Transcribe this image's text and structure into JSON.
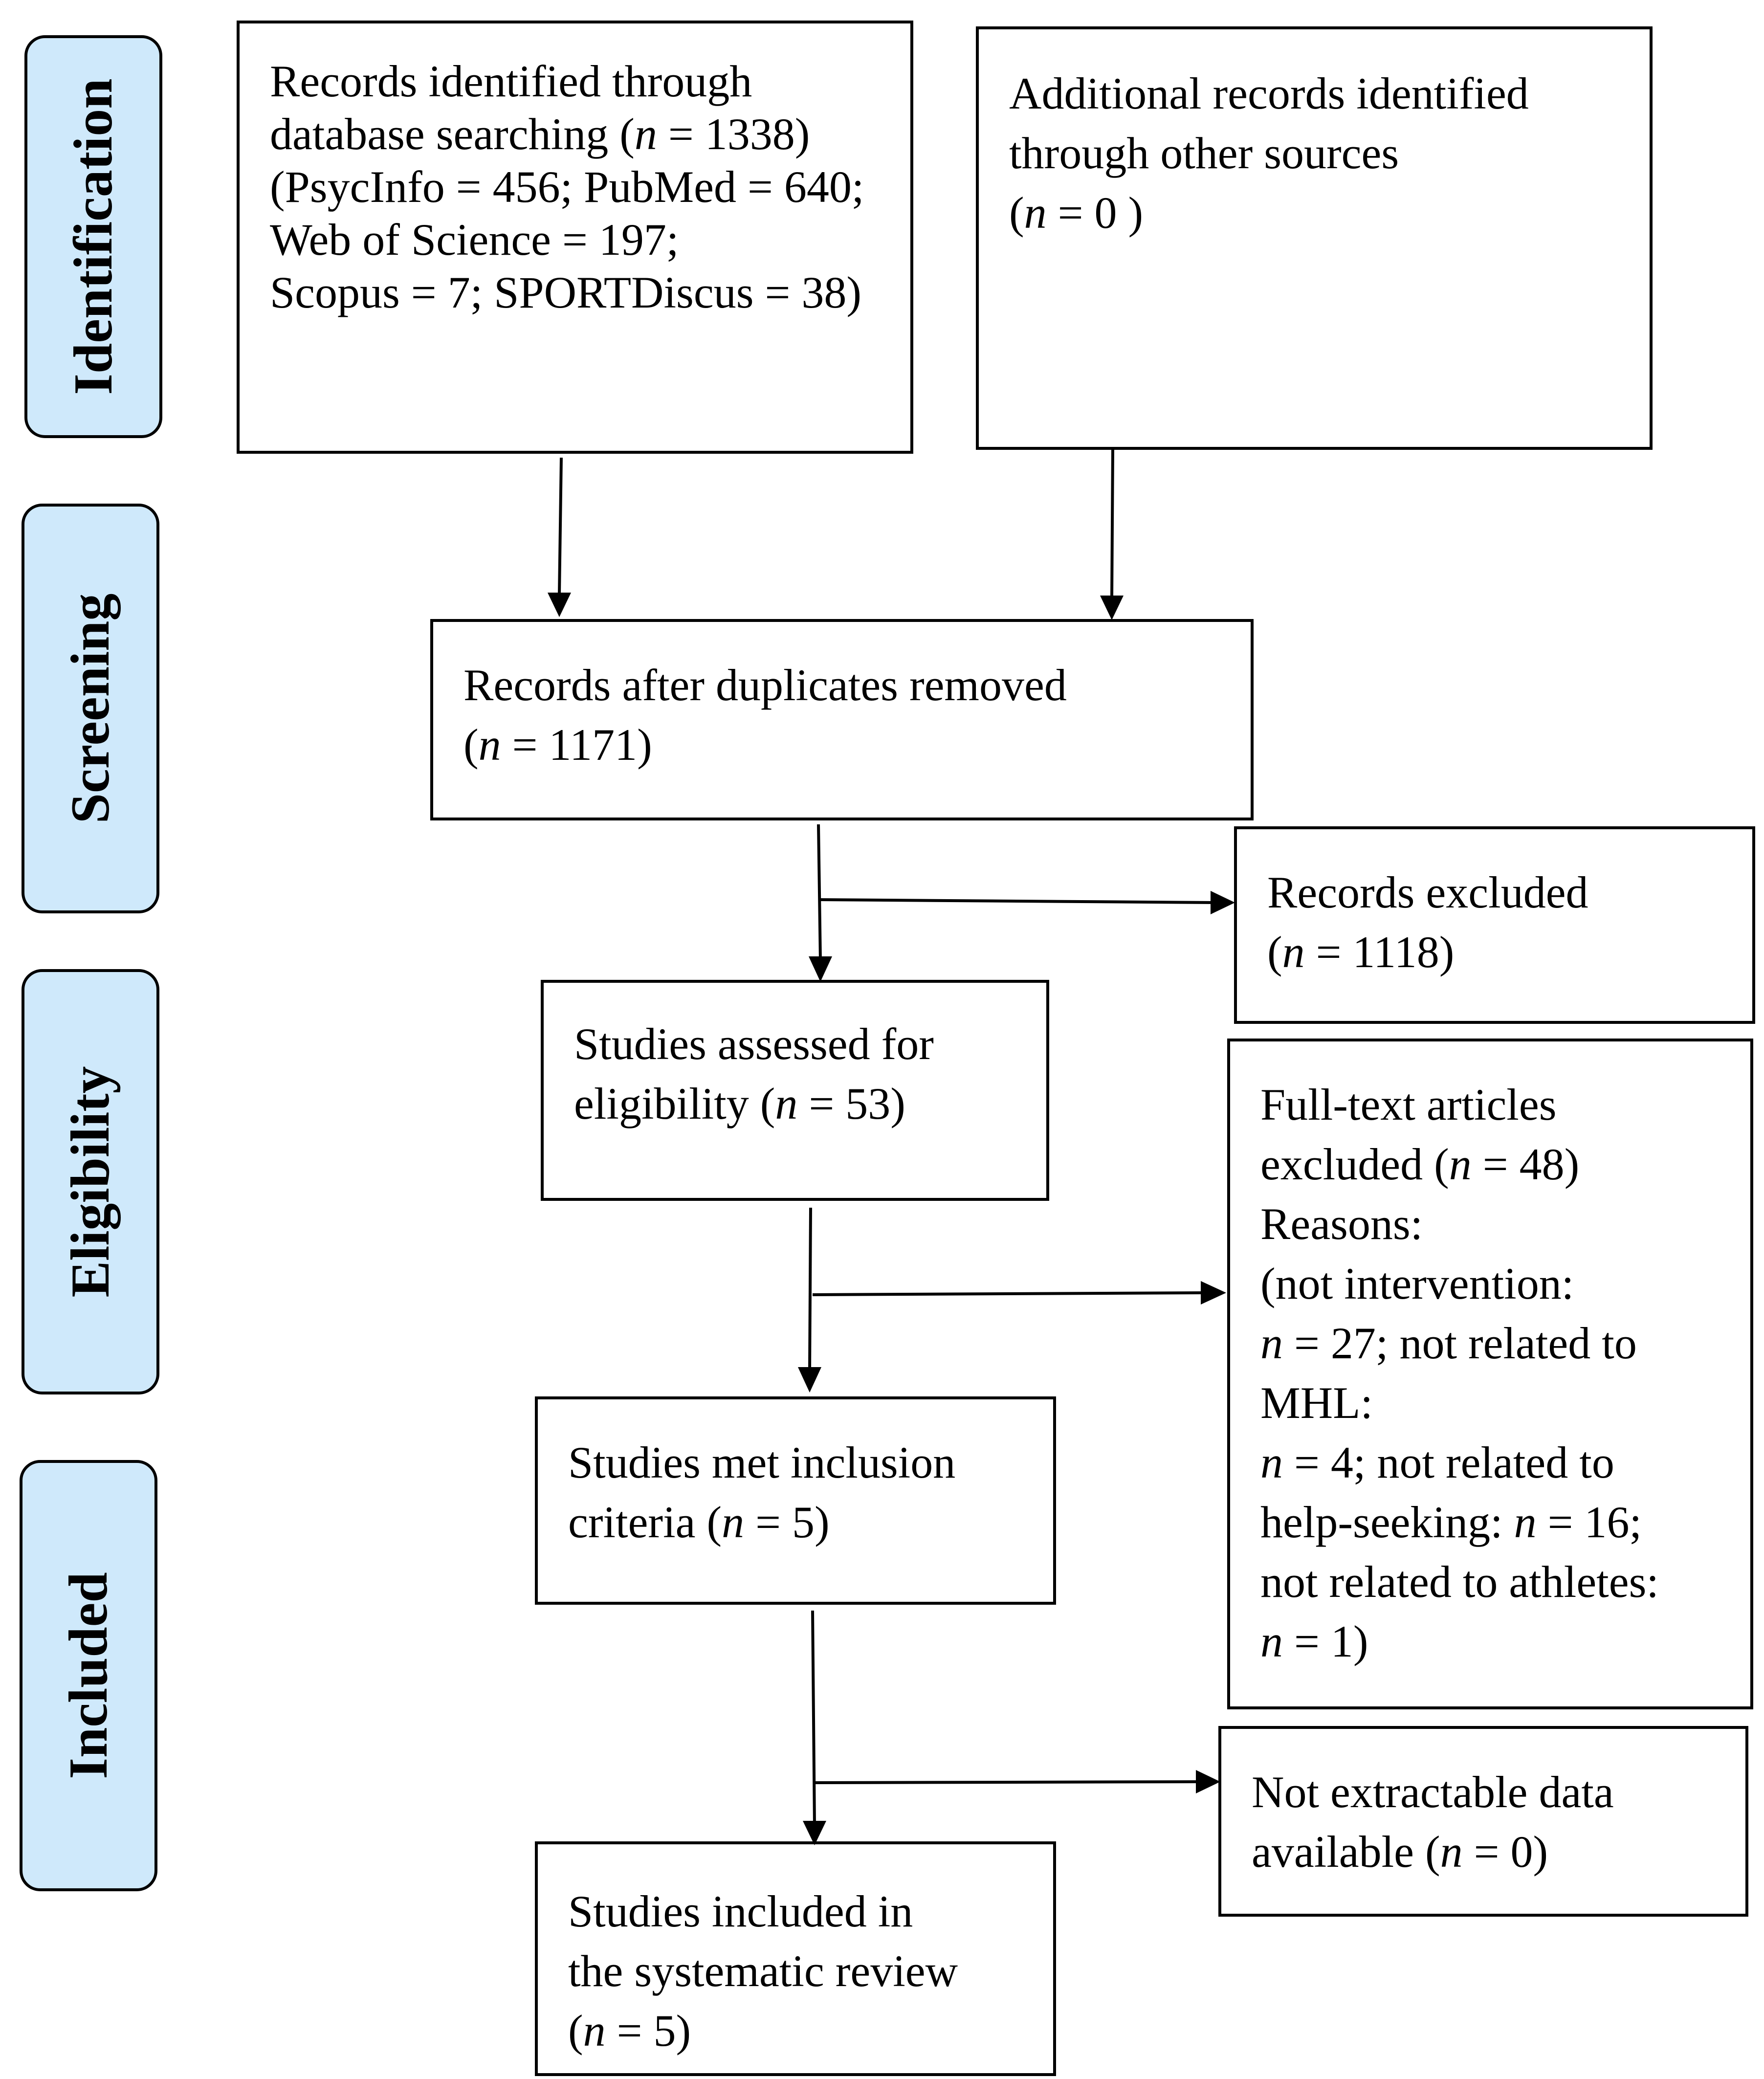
{
  "stages": [
    {
      "id": "identification",
      "label": "Identification"
    },
    {
      "id": "screening",
      "label": "Screening"
    },
    {
      "id": "eligibility",
      "label": "Eligibility"
    },
    {
      "id": "included",
      "label": "Included"
    }
  ],
  "boxes": {
    "database": {
      "lines": [
        {
          "pre": "Records identified through"
        },
        {
          "pre": "database searching (",
          "n": "n",
          "post": " = 1338)"
        },
        {
          "pre": "(PsycInfo = 456; PubMed = 640;"
        },
        {
          "pre": "Web of Science = 197;"
        },
        {
          "pre": "Scopus = 7; SPORTDiscus = 38)"
        }
      ]
    },
    "other_sources": {
      "lines": [
        {
          "pre": "Additional records identified"
        },
        {
          "pre": "through other sources"
        },
        {
          "pre": "(",
          "n": "n",
          "post": " = 0 )"
        }
      ]
    },
    "duplicates_removed": {
      "lines": [
        {
          "pre": "Records after duplicates removed"
        },
        {
          "pre": "(",
          "n": "n",
          "post": " = 1171)"
        }
      ]
    },
    "records_excluded": {
      "lines": [
        {
          "pre": "Records excluded"
        },
        {
          "pre": "(",
          "n": "n",
          "post": " = 1118)"
        }
      ]
    },
    "assessed": {
      "lines": [
        {
          "pre": "Studies assessed for"
        },
        {
          "pre": "eligibility (",
          "n": "n",
          "post": " = 53)"
        }
      ]
    },
    "fulltext_excluded": {
      "lines": [
        {
          "pre": "Full-text articles"
        },
        {
          "pre": "excluded (",
          "n": "n",
          "post": " = 48)"
        },
        {
          "pre": "Reasons:"
        },
        {
          "pre": "(not intervention:"
        },
        {
          "pre": "",
          "n": "n",
          "post": " = 27; not related to"
        },
        {
          "pre": "MHL:"
        },
        {
          "pre": "",
          "n": "n",
          "post": " = 4; not related to"
        },
        {
          "pre": "help-seeking: ",
          "n": "n",
          "post": " = 16;"
        },
        {
          "pre": "not related to athletes:"
        },
        {
          "pre": "",
          "n": "n",
          "post": " = 1)"
        }
      ]
    },
    "met_criteria": {
      "lines": [
        {
          "pre": "Studies met inclusion"
        },
        {
          "pre": "criteria (",
          "n": "n",
          "post": " = 5)"
        }
      ]
    },
    "not_extractable": {
      "lines": [
        {
          "pre": "Not extractable data"
        },
        {
          "pre": "available (",
          "n": "n",
          "post": " = 0)"
        }
      ]
    },
    "included_review": {
      "lines": [
        {
          "pre": "Studies included in"
        },
        {
          "pre": "the systematic review"
        },
        {
          "pre": "(",
          "n": "n",
          "post": " = 5)"
        }
      ]
    }
  }
}
